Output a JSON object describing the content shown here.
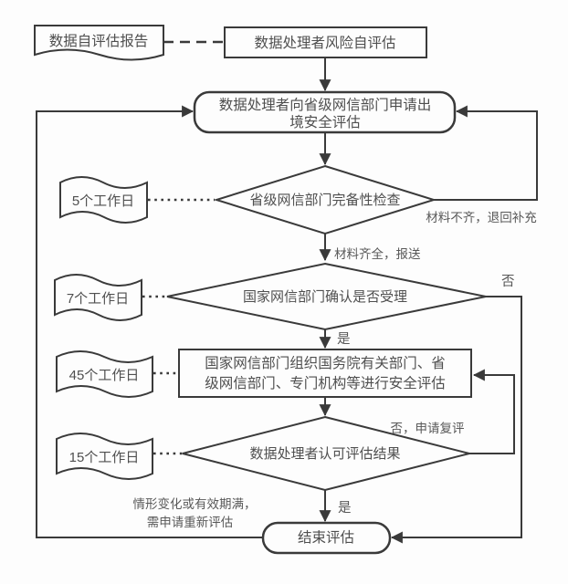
{
  "diagram": {
    "title_hint": "数据出境安全评估流程图",
    "colors": {
      "stroke": "#3a3a3a",
      "node_text": "#4f4f4f",
      "label_text": "#585858",
      "background": "#fdfdfd"
    },
    "nodes": {
      "report_doc": {
        "shape": "document",
        "label": "数据自评估报告"
      },
      "risk_self": {
        "shape": "rect",
        "label": "数据处理者风险自评估"
      },
      "apply": {
        "shape": "rounded-rect",
        "line1": "数据处理者向省级网信部门申请出",
        "line2": "境安全评估"
      },
      "check1": {
        "shape": "diamond",
        "label": "省级网信部门完备性检查"
      },
      "check2": {
        "shape": "diamond",
        "label": "国家网信部门确认是否受理"
      },
      "organize": {
        "shape": "rect",
        "line1": "国家网信部门组织国务院有关部门、省",
        "line2": "级网信部门、专门机构等进行安全评估"
      },
      "check3": {
        "shape": "diamond",
        "label": "数据处理者认可评估结果"
      },
      "end_node": {
        "shape": "rounded-rect",
        "label": "结束评估"
      }
    },
    "durations": {
      "check1": "5个工作日",
      "check2": "7个工作日",
      "organize": "45个工作日",
      "check3": "15个工作日"
    },
    "edge_labels": {
      "incomplete": "材料不齐，退回补充",
      "complete_submit": "材料齐全，报送",
      "no_accept": "否",
      "yes_accept": "是",
      "no_reassess": "否，申请复评",
      "yes_result": "是",
      "revalidate_line1": "情形变化或有效期满，",
      "revalidate_line2": "需申请重新评估"
    }
  }
}
